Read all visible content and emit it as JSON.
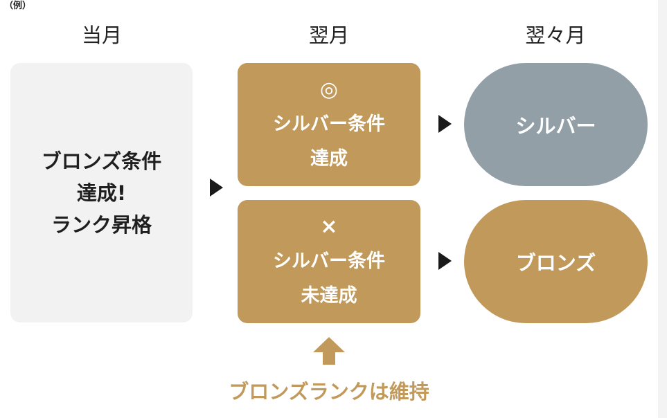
{
  "example_label": "（例）",
  "headers": {
    "current": "当月",
    "next": "翌月",
    "following": "翌々月"
  },
  "current_box": {
    "line1": "ブロンズ条件",
    "line2": "達成!",
    "line3": "ランク昇格"
  },
  "next_boxes": {
    "achieved": {
      "symbol": "◎",
      "line1": "シルバー条件",
      "line2": "達成"
    },
    "not_achieved": {
      "symbol": "×",
      "line1": "シルバー条件",
      "line2": "未達成"
    }
  },
  "results": {
    "silver": "シルバー",
    "bronze": "ブロンズ"
  },
  "footer_note": "ブロンズランクは維持",
  "colors": {
    "gold": "#c19a5b",
    "silver": "#929fa7",
    "light_gray": "#f2f2f2",
    "arrow": "#1a1a1a"
  }
}
